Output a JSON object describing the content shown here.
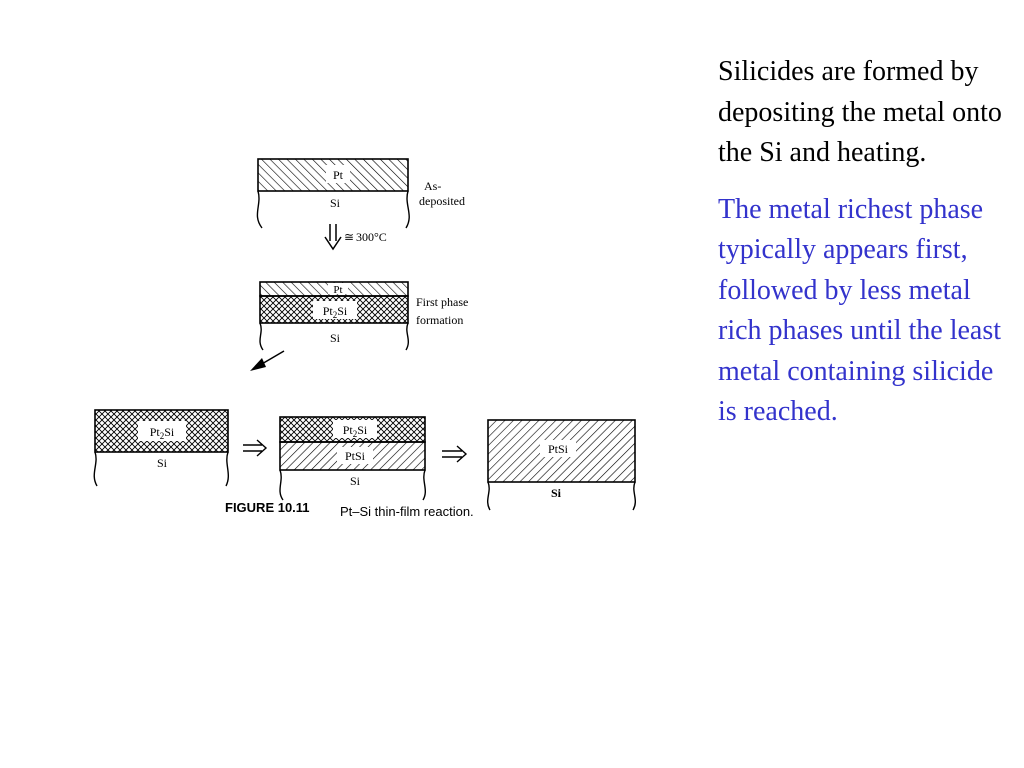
{
  "slide": {
    "paragraph_1": "Silicides are formed by depositing the metal onto the Si and heating.",
    "paragraph_2": "The metal richest phase typically appears first, followed by less metal rich phases until the least metal containing silicide is reached.",
    "paragraph_2_color": "#3333cc"
  },
  "figure": {
    "stage1": {
      "pt": "Pt",
      "si": "Si",
      "note_line1": "As-",
      "note_line2": "deposited"
    },
    "heating": {
      "symbol": "≅",
      "temp": "300°C"
    },
    "stage2": {
      "pt": "Pt",
      "pt2si_base": "Pt",
      "pt2si_sub": "2",
      "pt2si_rest": "Si",
      "si": "Si",
      "note_line1": "First phase",
      "note_line2": "formation"
    },
    "stage3": {
      "pt2si_base": "Pt",
      "pt2si_sub": "2",
      "pt2si_rest": "Si",
      "si": "Si"
    },
    "stage4": {
      "pt2si_base": "Pt",
      "pt2si_sub": "2",
      "pt2si_rest": "Si",
      "ptsi": "PtSi",
      "si": "Si"
    },
    "stage5": {
      "ptsi": "PtSi",
      "si": "Si"
    },
    "caption": {
      "number": "FIGURE 10.11",
      "text": "Pt–Si thin-film reaction."
    }
  }
}
